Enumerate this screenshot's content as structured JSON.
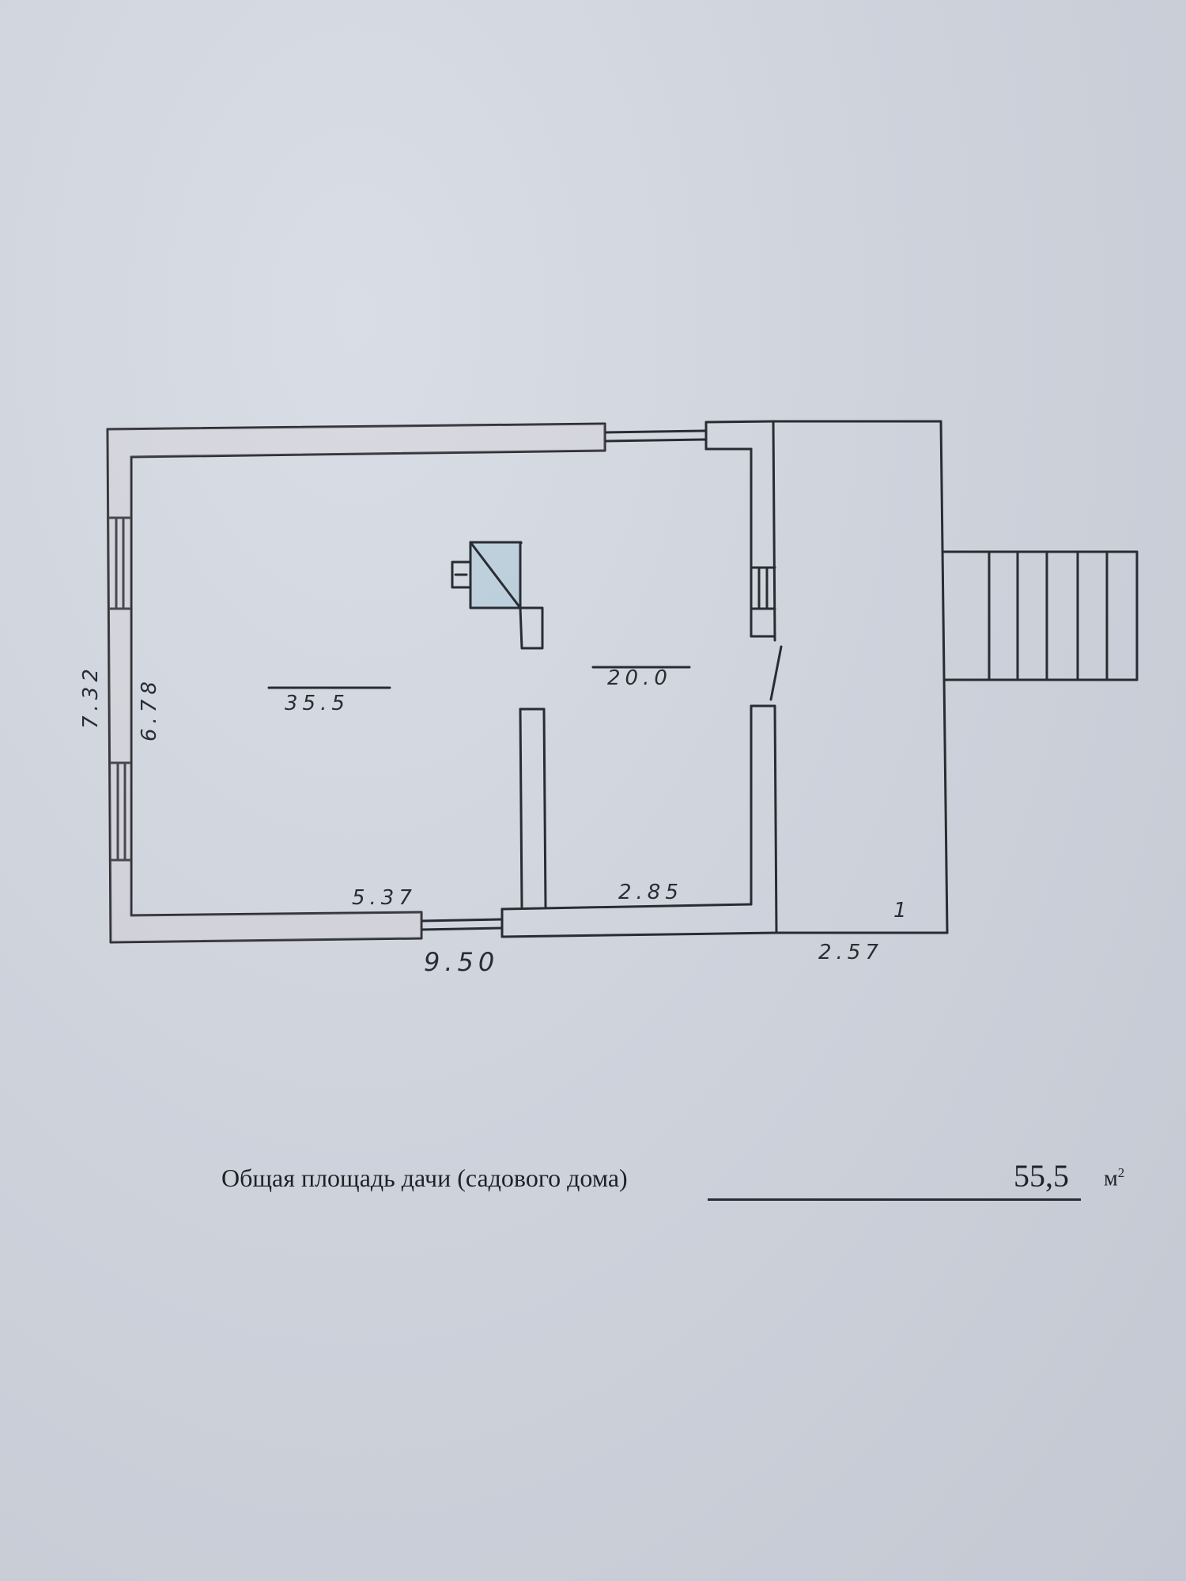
{
  "plan": {
    "room_areas": [
      "35.5",
      "20.0"
    ],
    "dimensions": {
      "outer_height": "7.32",
      "inner_height": "6.78",
      "bottom_left_segment": "5.37",
      "bottom_right_segment": "2.85",
      "total_width": "9.50",
      "terrace_width": "2.57",
      "terrace_depth": "1"
    },
    "colors": {
      "ink": "#2a2c33",
      "wall_tint": "#d8c9cc",
      "stove_tint": "#9fc6d6"
    }
  },
  "footer": {
    "label": "Общая площадь дачи (садового дома)",
    "value": "55,5",
    "unit": "м",
    "unit_power": "2"
  }
}
